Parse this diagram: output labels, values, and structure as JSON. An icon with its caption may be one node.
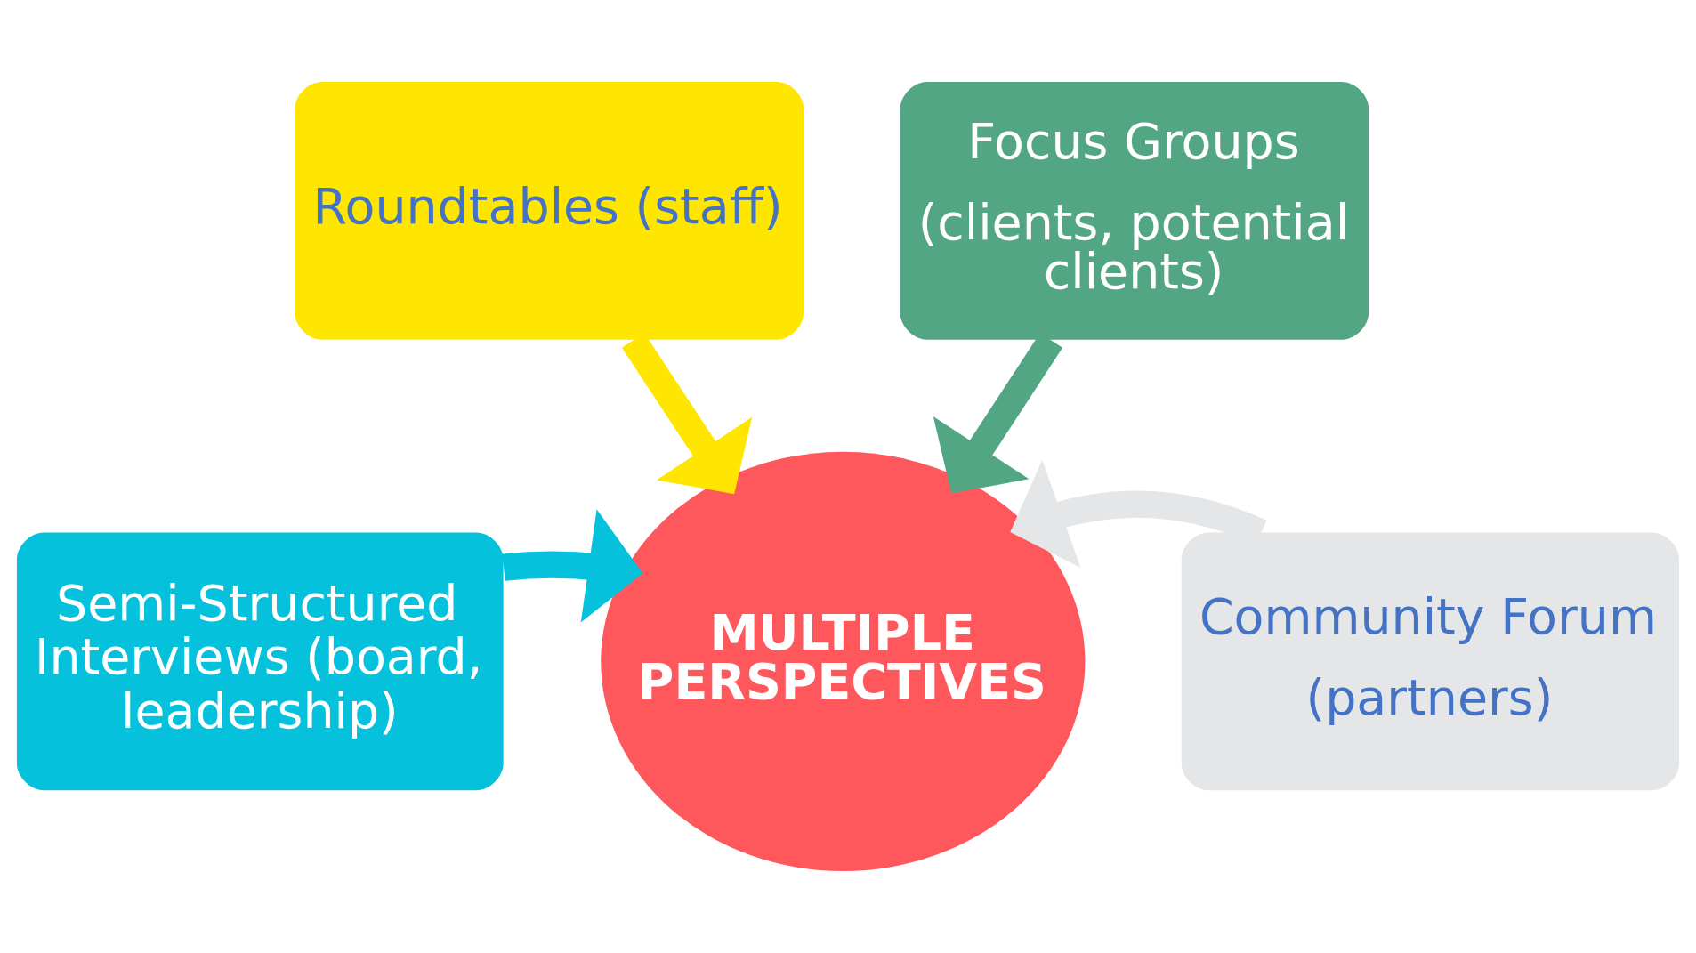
{
  "diagram": {
    "nodes": [
      {
        "text": [
          "Roundtables (staff)"
        ]
      },
      {
        "text": [
          "Focus Groups",
          "(clients, potential clients)"
        ]
      },
      {
        "text": [
          "Semi-Structured Interviews (board, leadership)"
        ]
      },
      {
        "text": [
          "Community Forum",
          "(partners)"
        ]
      },
      {
        "text": [
          "MULTIPLE PERSPECTIVES"
        ]
      }
    ],
    "edges": [
      {
        "from": 0,
        "to": 4,
        "arrow": "to",
        "color": "#ffe600"
      },
      {
        "from": 1,
        "to": 4,
        "arrow": "to",
        "color": "#52a684"
      },
      {
        "from": 2,
        "to": 4,
        "arrow": "to",
        "color": "#06c1dc"
      },
      {
        "from": 3,
        "to": 4,
        "arrow": "to",
        "color": "#e5e6e8"
      }
    ]
  }
}
